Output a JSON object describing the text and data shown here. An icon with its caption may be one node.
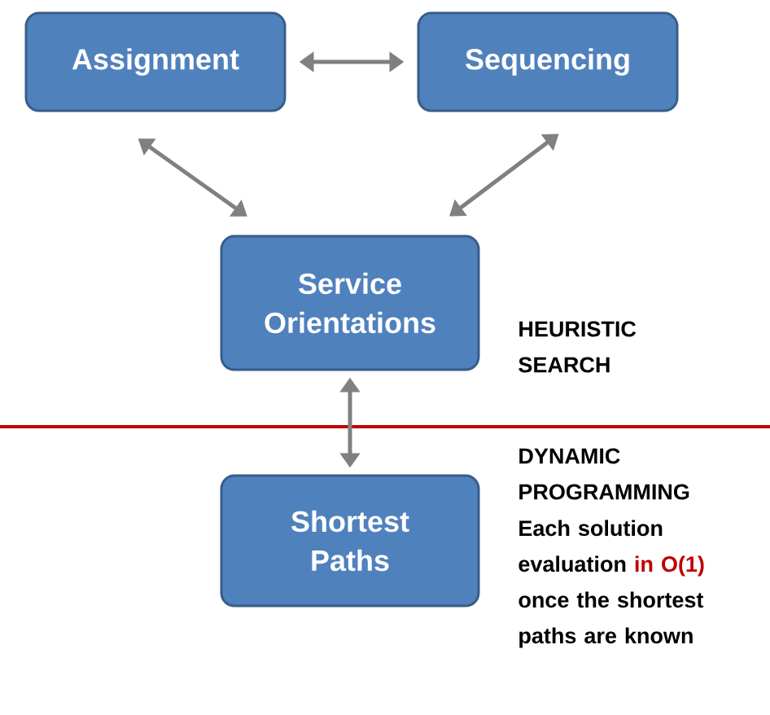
{
  "diagram": {
    "nodes": [
      {
        "text": [
          "Assignment"
        ]
      },
      {
        "text": [
          "Sequencing"
        ]
      },
      {
        "text": [
          "Service Orientations"
        ]
      },
      {
        "text": [
          "Shortest Paths"
        ]
      }
    ],
    "edges": [
      {
        "from": 0,
        "to": 1,
        "arrow": "both"
      },
      {
        "from": 0,
        "to": 2,
        "arrow": "both"
      },
      {
        "from": 1,
        "to": 2,
        "arrow": "both"
      },
      {
        "from": 2,
        "to": 3,
        "arrow": "both"
      }
    ],
    "labels": [
      "HEURISTIC SEARCH",
      "DYNAMIC PROGRAMMING",
      "Each solution evaluation",
      "in O(1)",
      "once the shortest paths are known"
    ]
  }
}
